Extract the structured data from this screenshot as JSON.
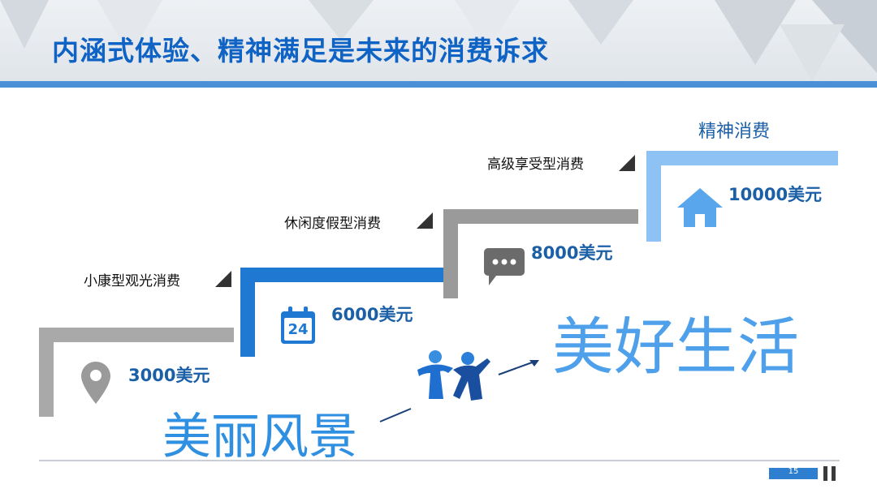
{
  "title": "内涵式体验、精神满足是未来的消费诉求",
  "steps": [
    {
      "label": "小康型观光消费",
      "price": "3000美元",
      "icon": "location-pin-icon"
    },
    {
      "label": "休闲度假型消费",
      "price": "6000美元",
      "icon": "calendar-icon"
    },
    {
      "label": "高级享受型消费",
      "price": "8000美元",
      "icon": "chat-bubble-icon"
    },
    {
      "label": "精神消费",
      "price": "10000美元",
      "icon": "home-icon"
    }
  ],
  "calendar_day": "24",
  "slogans": {
    "left": "美丽风景",
    "right": "美好生活"
  },
  "page_number": "15",
  "colors": {
    "accent": "#0f63c4",
    "step_blue": "#1f78d1",
    "step_grey": "#a9a9a9",
    "step_light_blue": "#8ec2f4"
  }
}
